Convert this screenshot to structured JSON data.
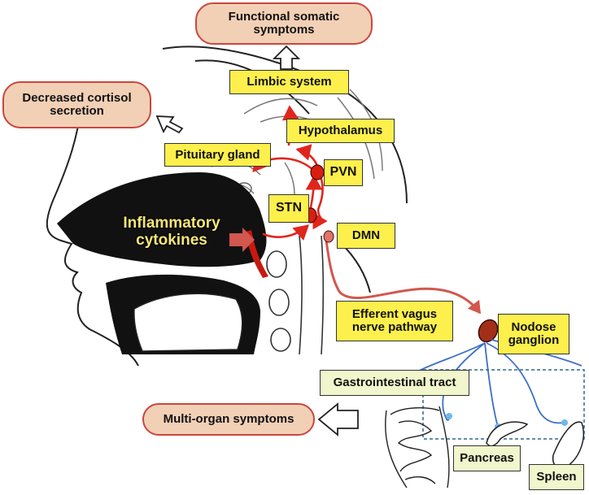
{
  "labels": {
    "functional_somatic": "Functional somatic symptoms",
    "limbic": "Limbic system",
    "decreased_cortisol": "Decreased cortisol secretion",
    "hypothalamus": "Hypothalamus",
    "pituitary": "Pituitary gland",
    "pvn": "PVN",
    "stn": "STN",
    "dmn": "DMN",
    "inflammatory": "Inflammatory cytokines",
    "efferent_vagus": "Efferent vagus nerve pathway",
    "nodose": "Nodose ganglion",
    "gi_tract": "Gastrointestinal tract",
    "multi_organ": "Multi-organ symptoms",
    "pancreas": "Pancreas",
    "spleen": "Spleen"
  },
  "colors": {
    "yellow_box": "#fdf04c",
    "green_box": "#f1f6cc",
    "orange_box": "#f2d0b6",
    "red_arrow": "#e0261c",
    "vagus_arrow": "#d2574f",
    "nerve_blue": "#3d6fc7",
    "cytokine_text": "#f6e67a",
    "nucleus_red": "#d81e10"
  }
}
